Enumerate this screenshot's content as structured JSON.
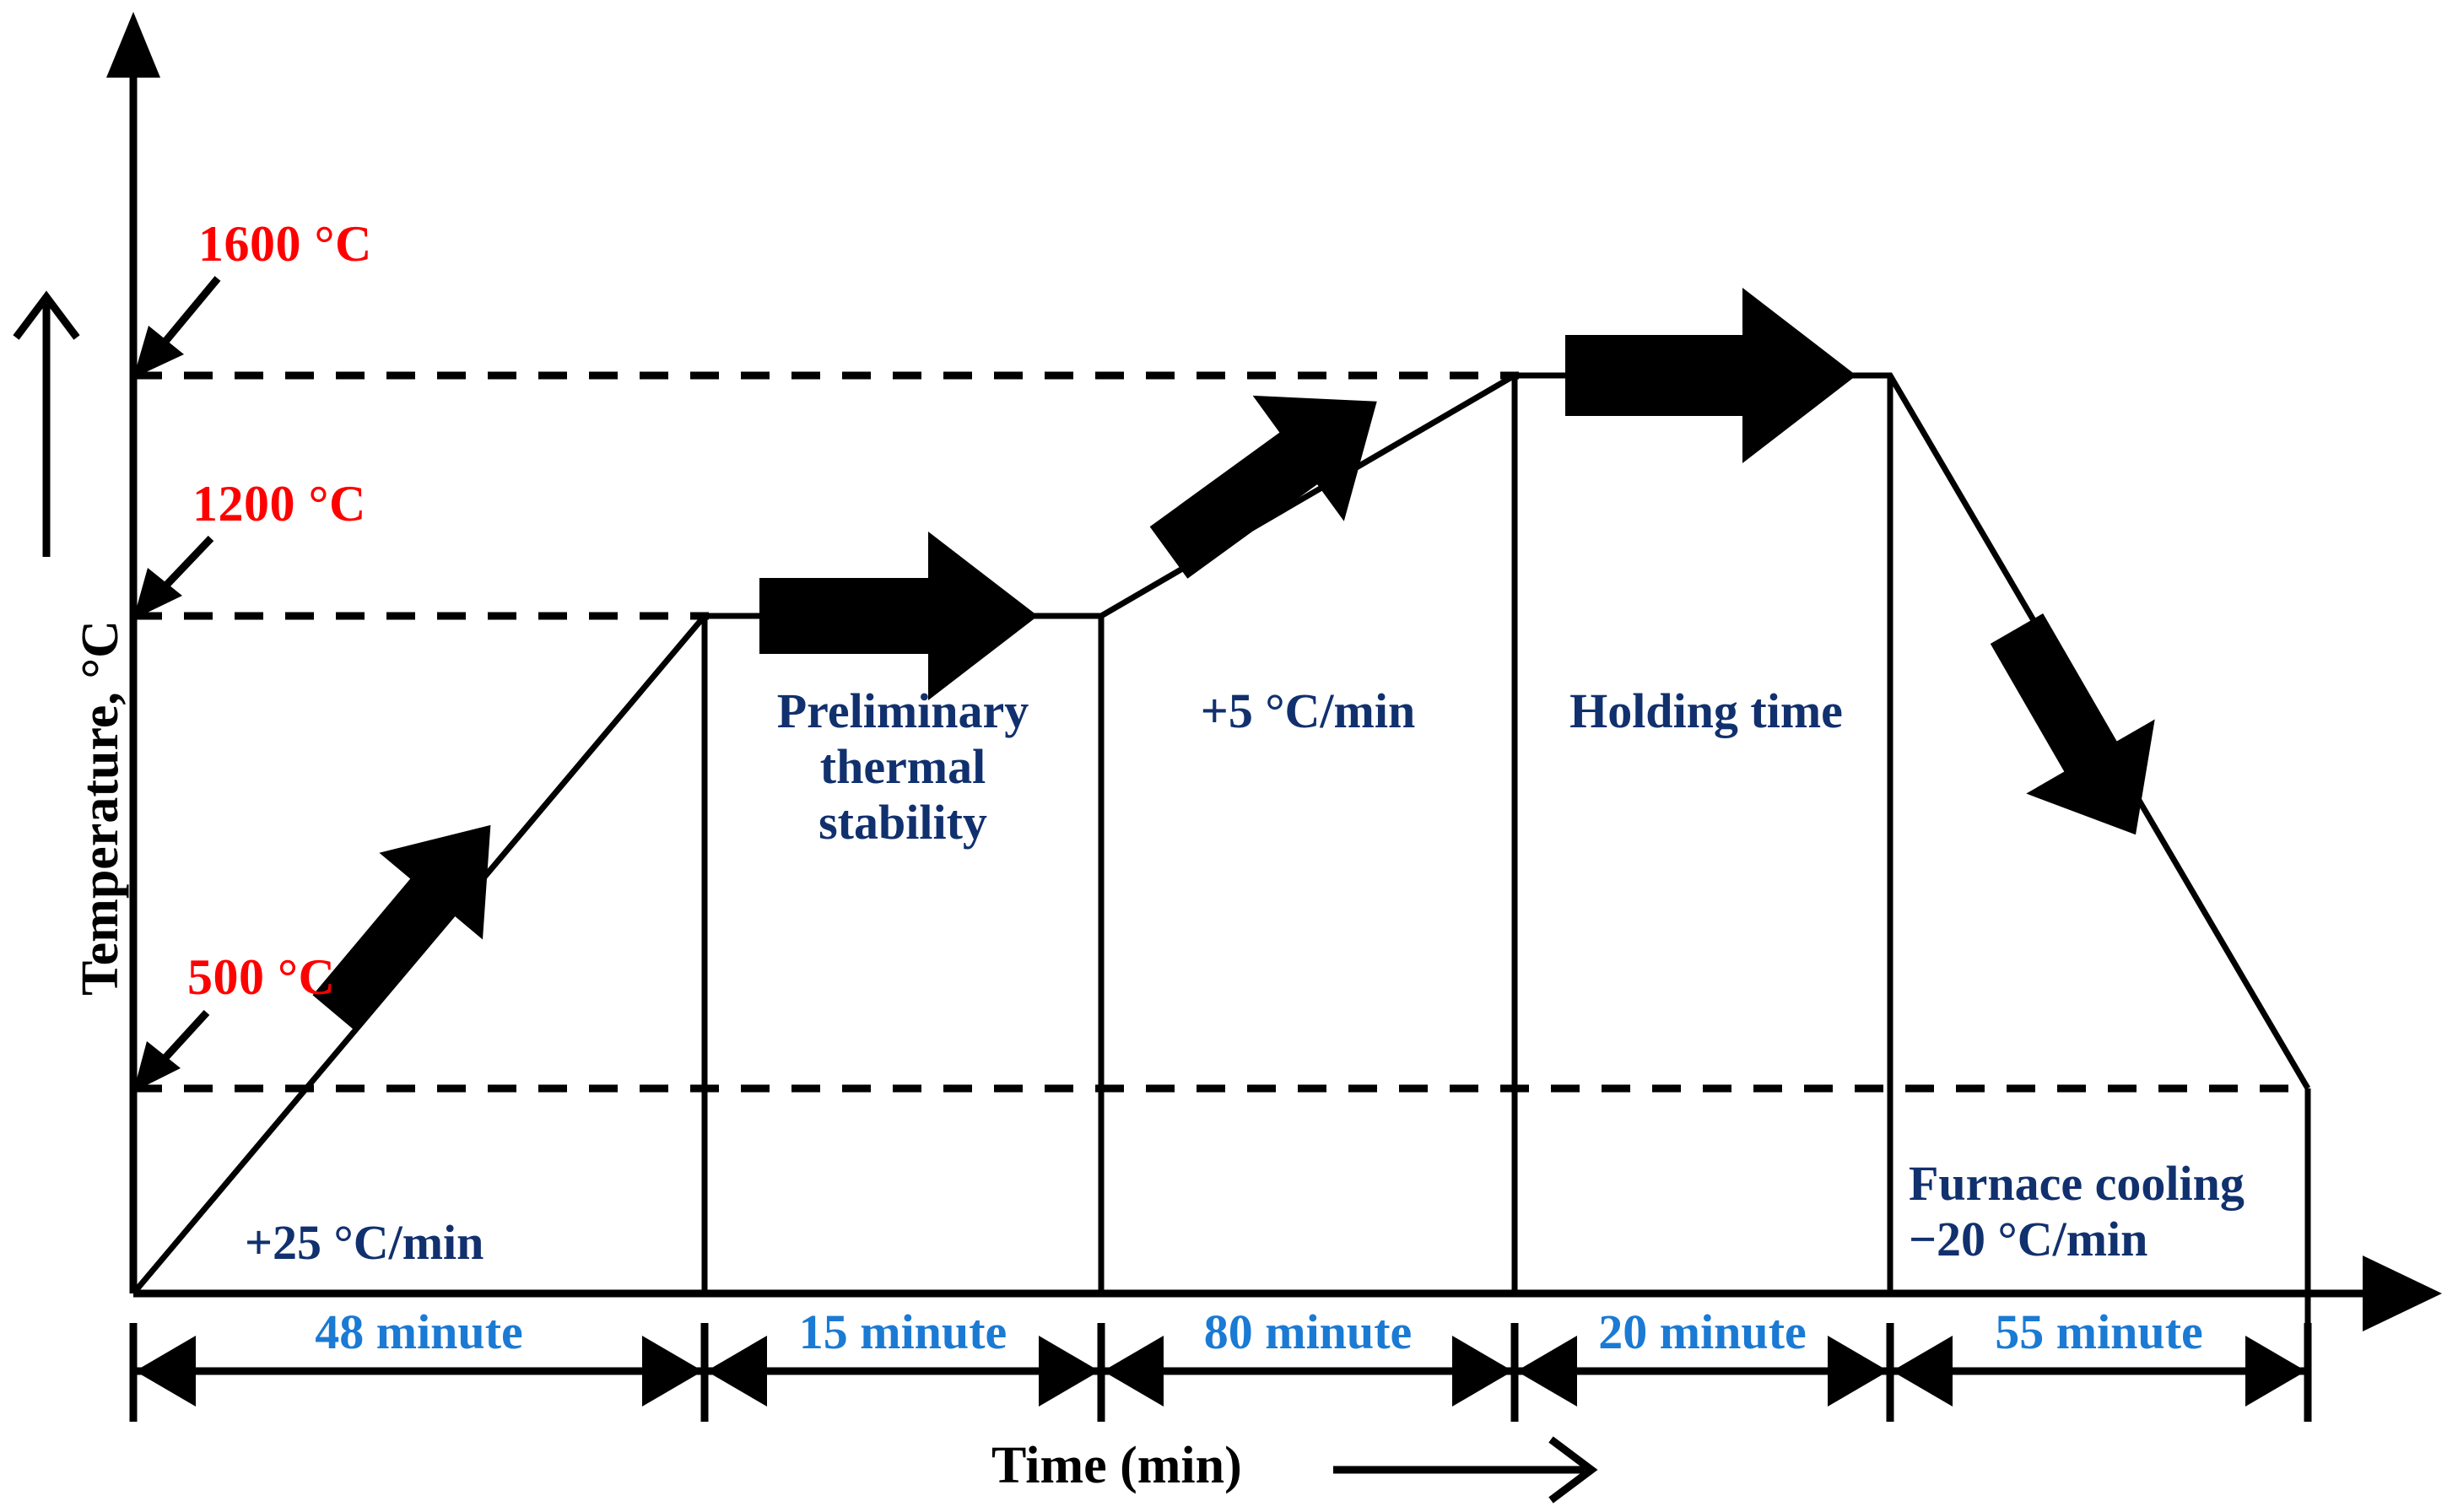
{
  "figure": {
    "type": "thermal-sintering-profile-diagram",
    "axes": {
      "y_title": "Temperature, °C",
      "y_arrow_icon": "up-arrow-icon",
      "x_title": "Time (min)",
      "x_arrow_icon": "right-arrow-icon"
    },
    "temperature_markers": [
      {
        "label": "1600 °C",
        "value": 1600,
        "unit": "°C",
        "color": "#ff0000"
      },
      {
        "label": "1200 °C",
        "value": 1200,
        "unit": "°C",
        "color": "#ff0000"
      },
      {
        "label": "500 °C",
        "value": 500,
        "unit": "°C",
        "color": "#ff0000"
      }
    ],
    "stages": [
      {
        "id": "heating-1",
        "label": "+25 °C/min",
        "duration": "48 minute",
        "minutes": 48,
        "arrow_icon": "arrow-up-right-icon"
      },
      {
        "id": "dwell-1",
        "label": "Preliminary\nthermal\nstability",
        "duration": "15 minute",
        "minutes": 15,
        "arrow_icon": "arrow-right-icon"
      },
      {
        "id": "heating-2",
        "label": "+5 °C/min",
        "duration": "80 minute",
        "minutes": 80,
        "arrow_icon": "arrow-up-right-icon"
      },
      {
        "id": "hold",
        "label": "Holding time",
        "duration": "20 minute",
        "minutes": 20,
        "arrow_icon": "arrow-right-icon"
      },
      {
        "id": "cooling",
        "label": "Furnace cooling\n−20 °C/min",
        "duration": "55 minute",
        "minutes": 55,
        "arrow_icon": "arrow-down-right-icon"
      }
    ],
    "colors": {
      "temperature_marker": "#ff0000",
      "stage_label": "#11306e",
      "duration_label": "#1a7ad4",
      "line": "#000000",
      "background": "#ffffff"
    }
  },
  "chart_data": {
    "type": "line",
    "title": "",
    "xlabel": "Time (min)",
    "ylabel": "Temperature, °C",
    "grid": false,
    "legend": "none",
    "xlim": [
      0,
      218
    ],
    "ylim": [
      0,
      1800
    ],
    "annotated_levels": [
      500,
      1200,
      1600
    ],
    "x": [
      0,
      48,
      63,
      143,
      163,
      218
    ],
    "y": [
      0,
      1200,
      1200,
      1600,
      1600,
      500
    ],
    "segments": [
      {
        "name": "+25 °C/min",
        "from_min": 0,
        "to_min": 48,
        "from_C": 0,
        "to_C": 1200,
        "rate_C_per_min": 25,
        "duration_min": 48
      },
      {
        "name": "Preliminary thermal stability",
        "from_min": 48,
        "to_min": 63,
        "from_C": 1200,
        "to_C": 1200,
        "rate_C_per_min": 0,
        "duration_min": 15
      },
      {
        "name": "+5 °C/min",
        "from_min": 63,
        "to_min": 143,
        "from_C": 1200,
        "to_C": 1600,
        "rate_C_per_min": 5,
        "duration_min": 80
      },
      {
        "name": "Holding time",
        "from_min": 143,
        "to_min": 163,
        "from_C": 1600,
        "to_C": 1600,
        "rate_C_per_min": 0,
        "duration_min": 20
      },
      {
        "name": "Furnace cooling −20 °C/min",
        "from_min": 163,
        "to_min": 218,
        "from_C": 1600,
        "to_C": 500,
        "rate_C_per_min": -20,
        "duration_min": 55
      }
    ],
    "duration_labels": [
      "48 minute",
      "15 minute",
      "80 minute",
      "20 minute",
      "55 minute"
    ],
    "annotations": [
      "1600 °C",
      "1200 °C",
      "500 °C",
      "+25 °C/min",
      "Preliminary thermal stability",
      "+5 °C/min",
      "Holding time",
      "Furnace cooling −20 °C/min"
    ]
  }
}
